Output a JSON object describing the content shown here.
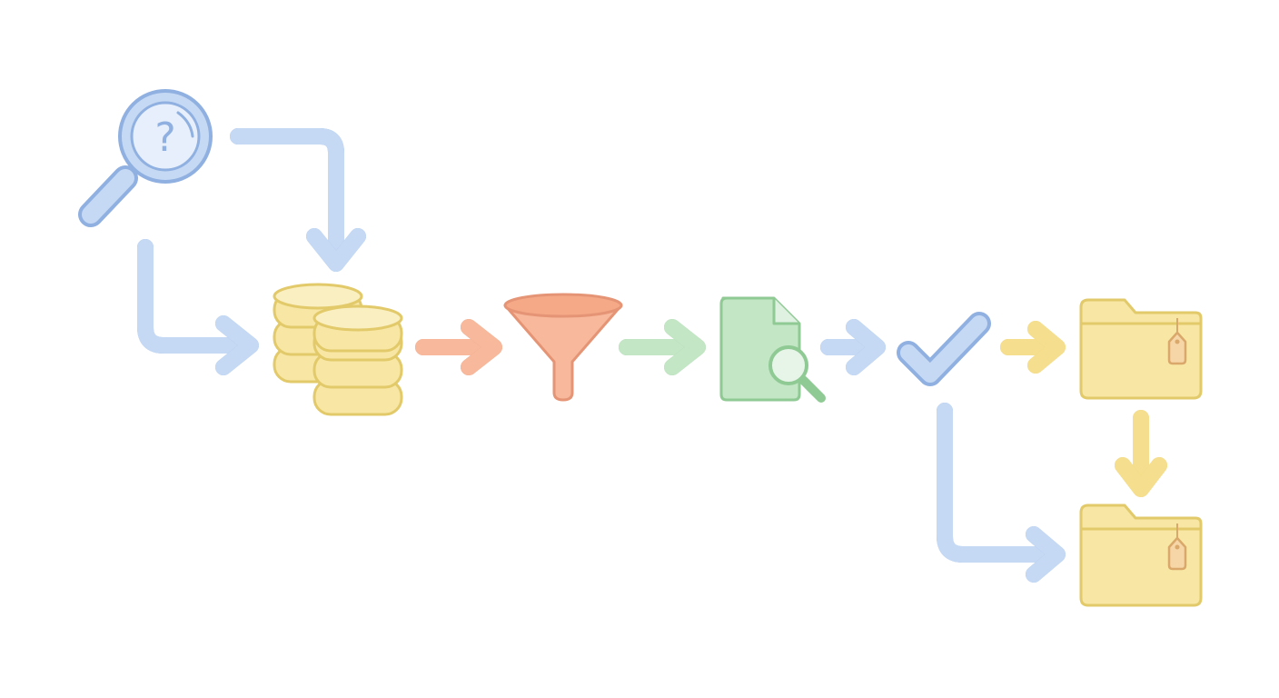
{
  "diagram": {
    "type": "process-flow",
    "labels": {
      "search_symbol": "?"
    },
    "colors": {
      "blue_fill": "#c5d9f4",
      "blue_stroke": "#9ebce8",
      "blue_arrow": "#b4cdf0",
      "blue_arrow_edge": "#8fb0e0",
      "yellow_fill": "#f8e7a4",
      "yellow_stroke": "#e2c96a",
      "yellow_arrow": "#f5df8e",
      "orange_fill": "#f7b89b",
      "orange_stroke": "#e59575",
      "green_fill": "#c3e6c5",
      "green_stroke": "#8fca94",
      "tag_fill": "#f6d5a6",
      "tag_stroke": "#d9a86a"
    },
    "nodes": [
      {
        "id": "search",
        "icon": "search-question-icon"
      },
      {
        "id": "database",
        "icon": "database-stack-icon"
      },
      {
        "id": "filter",
        "icon": "funnel-icon"
      },
      {
        "id": "document-review",
        "icon": "document-search-icon"
      },
      {
        "id": "check",
        "icon": "checkmark-icon"
      },
      {
        "id": "tagged-folder-1",
        "icon": "tagged-folder-icon"
      },
      {
        "id": "tagged-folder-2",
        "icon": "tagged-folder-icon"
      }
    ],
    "edges": [
      {
        "from": "search",
        "to": "database",
        "color": "blue"
      },
      {
        "from": "search",
        "to": "database",
        "color": "blue"
      },
      {
        "from": "database",
        "to": "filter",
        "color": "orange"
      },
      {
        "from": "filter",
        "to": "document-review",
        "color": "green"
      },
      {
        "from": "document-review",
        "to": "check",
        "color": "blue"
      },
      {
        "from": "check",
        "to": "tagged-folder-1",
        "color": "yellow"
      },
      {
        "from": "tagged-folder-1",
        "to": "tagged-folder-2",
        "color": "yellow"
      },
      {
        "from": "check",
        "to": "tagged-folder-2",
        "color": "blue"
      }
    ]
  }
}
